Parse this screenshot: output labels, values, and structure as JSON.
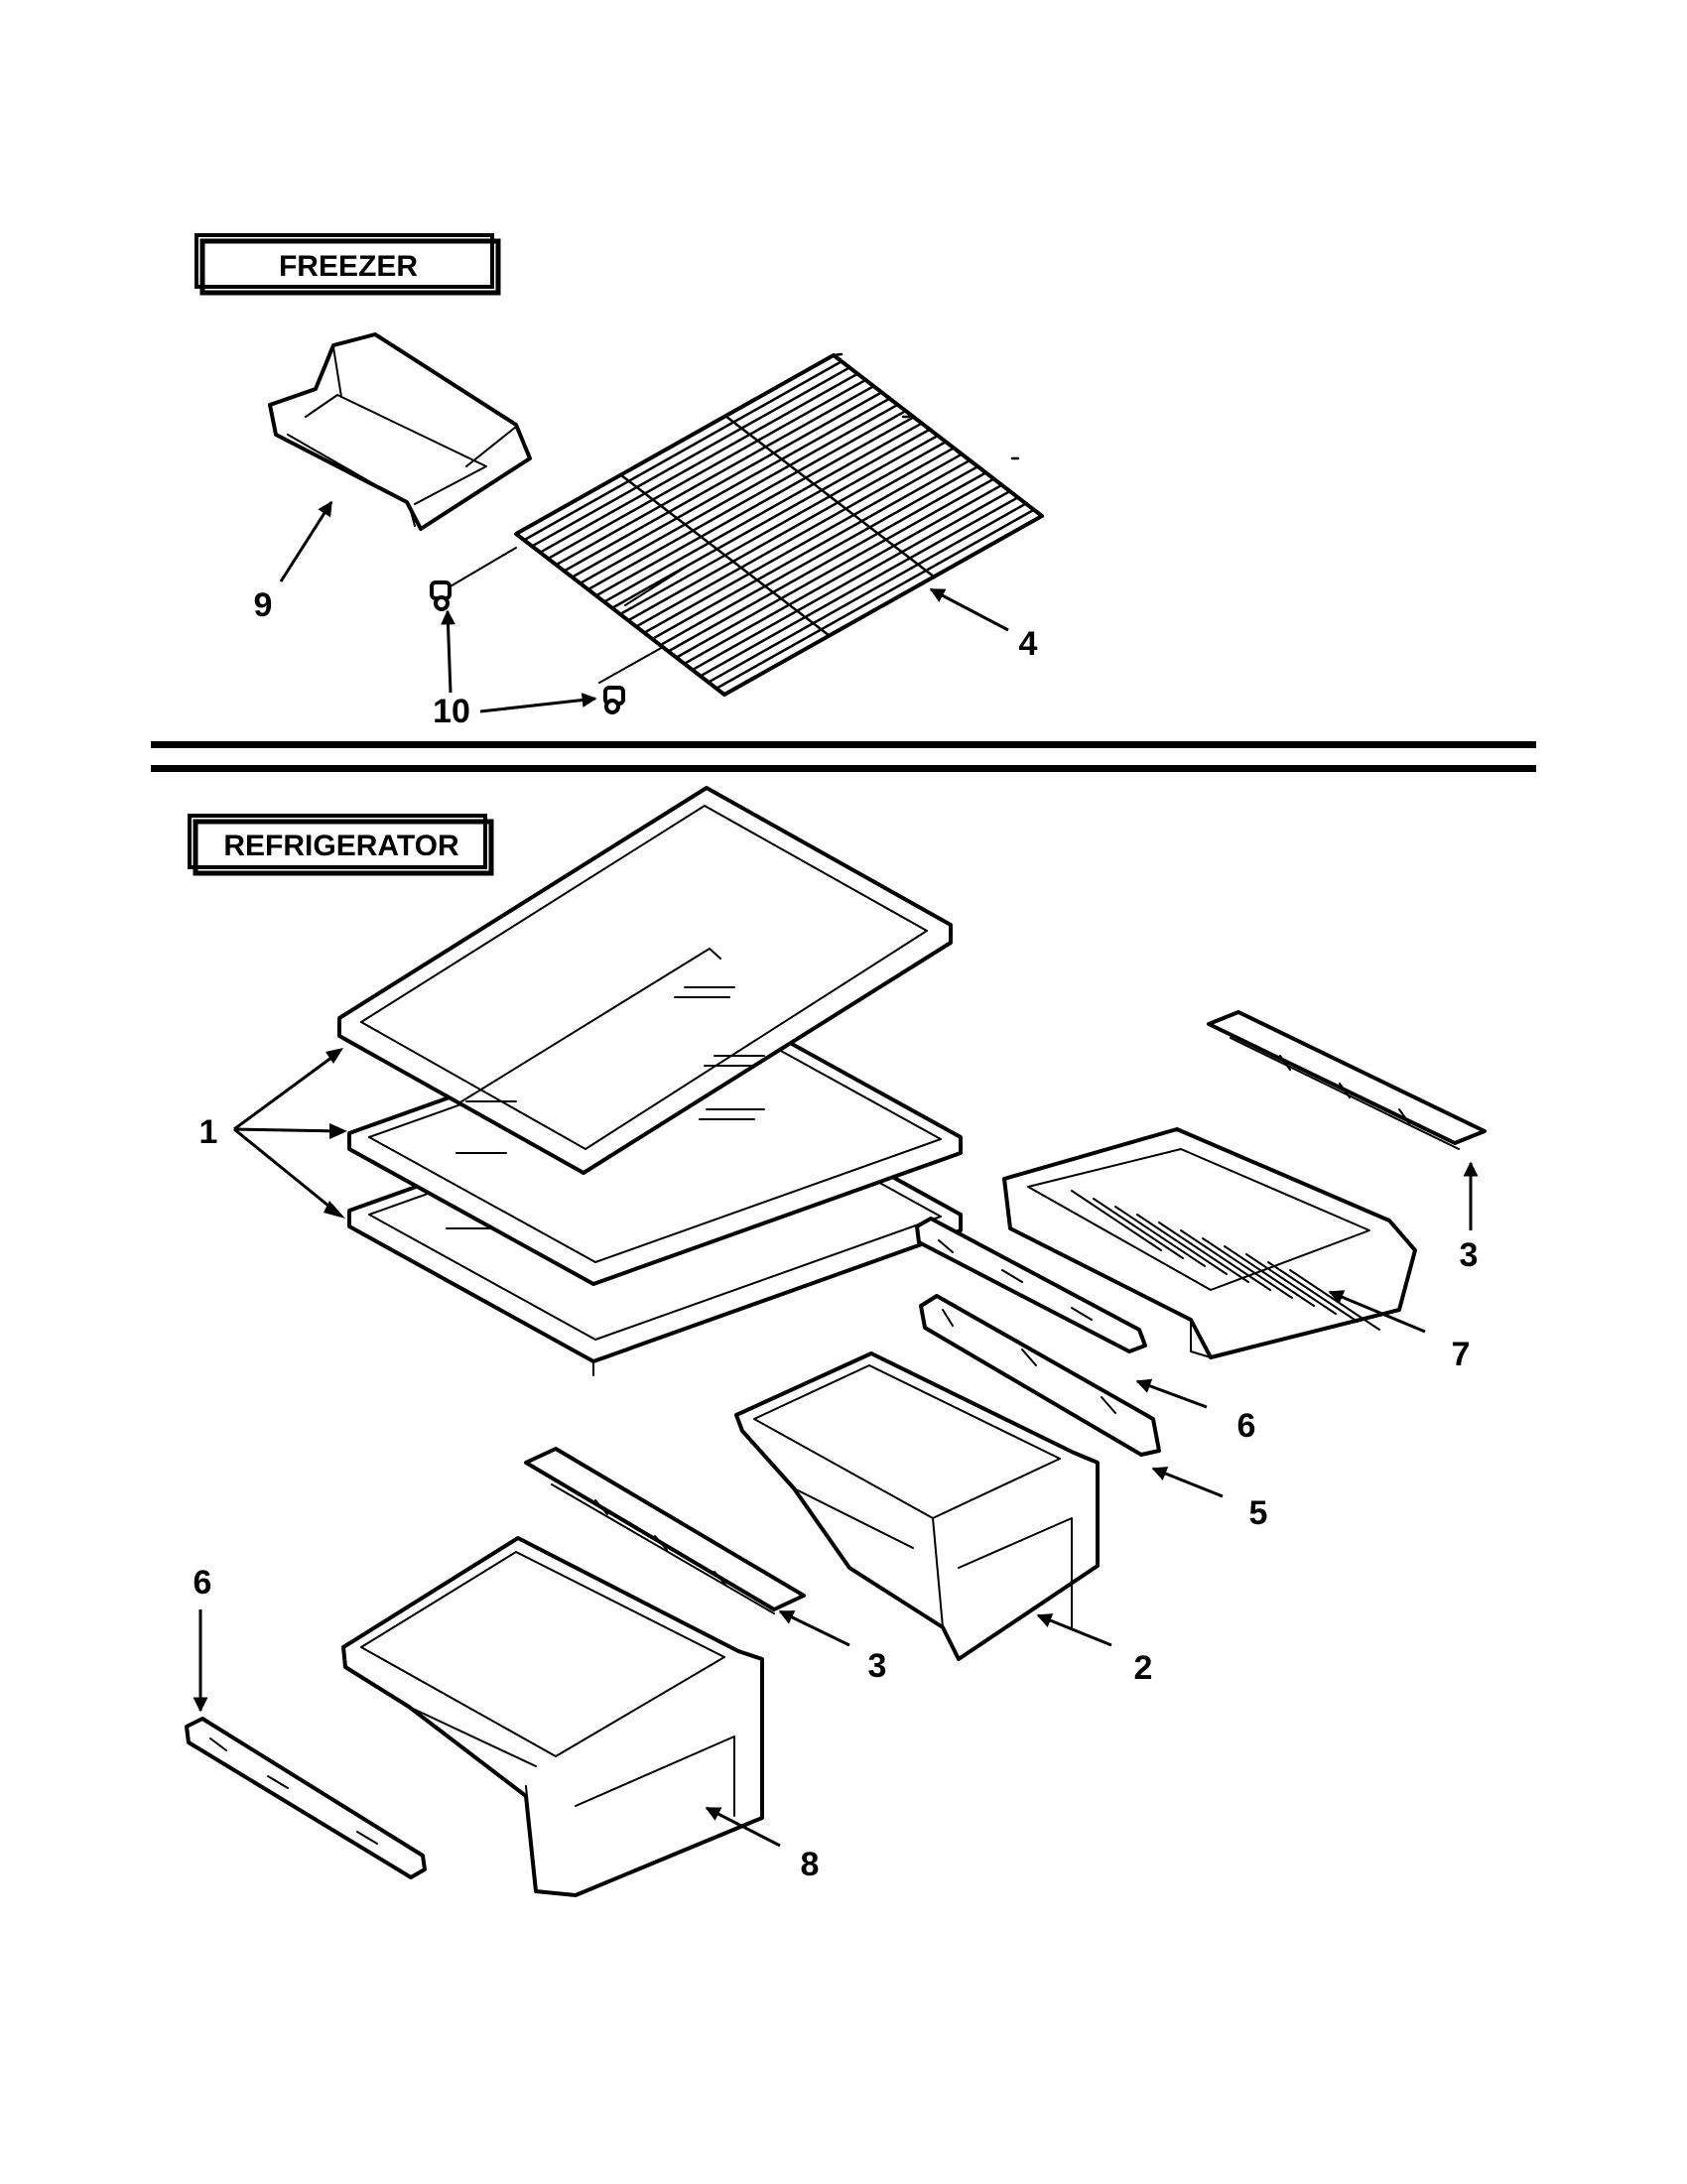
{
  "sections": {
    "freezer": {
      "label": "FREEZER"
    },
    "refrigerator": {
      "label": "REFRIGERATOR"
    }
  },
  "callouts": {
    "c9": "9",
    "c4": "4",
    "c10": "10",
    "c1": "1",
    "c3_top": "3",
    "c7": "7",
    "c6_right": "6",
    "c5": "5",
    "c2": "2",
    "c3_left": "3",
    "c8": "8",
    "c6_left": "6"
  }
}
